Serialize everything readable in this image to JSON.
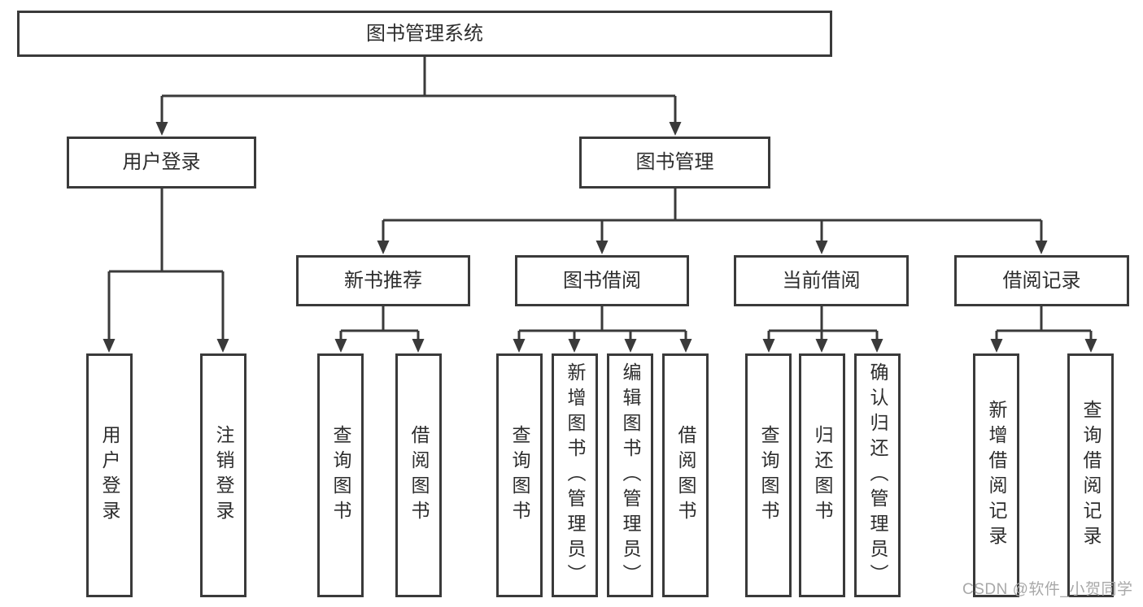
{
  "nodes": {
    "root": "图书管理系统",
    "user_login": "用户登录",
    "book_manage": "图书管理",
    "level3": [
      "新书推荐",
      "图书借阅",
      "当前借阅",
      "借阅记录"
    ],
    "user_login_children": [
      "用户登录",
      "注销登录"
    ],
    "new_book_children": [
      "查询图书",
      "借阅图书"
    ],
    "book_borrow_children": [
      "查询图书",
      "新增图书（管理员）",
      "编辑图书（管理员）",
      "借阅图书"
    ],
    "current_borrow_children": [
      "查询图书",
      "归还图书",
      "确认归还（管理员）"
    ],
    "borrow_record_children": [
      "新增借阅记录",
      "查询借阅记录"
    ]
  },
  "watermark": "CSDN @软件_小贺同学",
  "colors": {
    "line": "#3a3a3a",
    "text": "#2d2d2d",
    "watermark": "#a8a8a8",
    "background": "#ffffff"
  }
}
